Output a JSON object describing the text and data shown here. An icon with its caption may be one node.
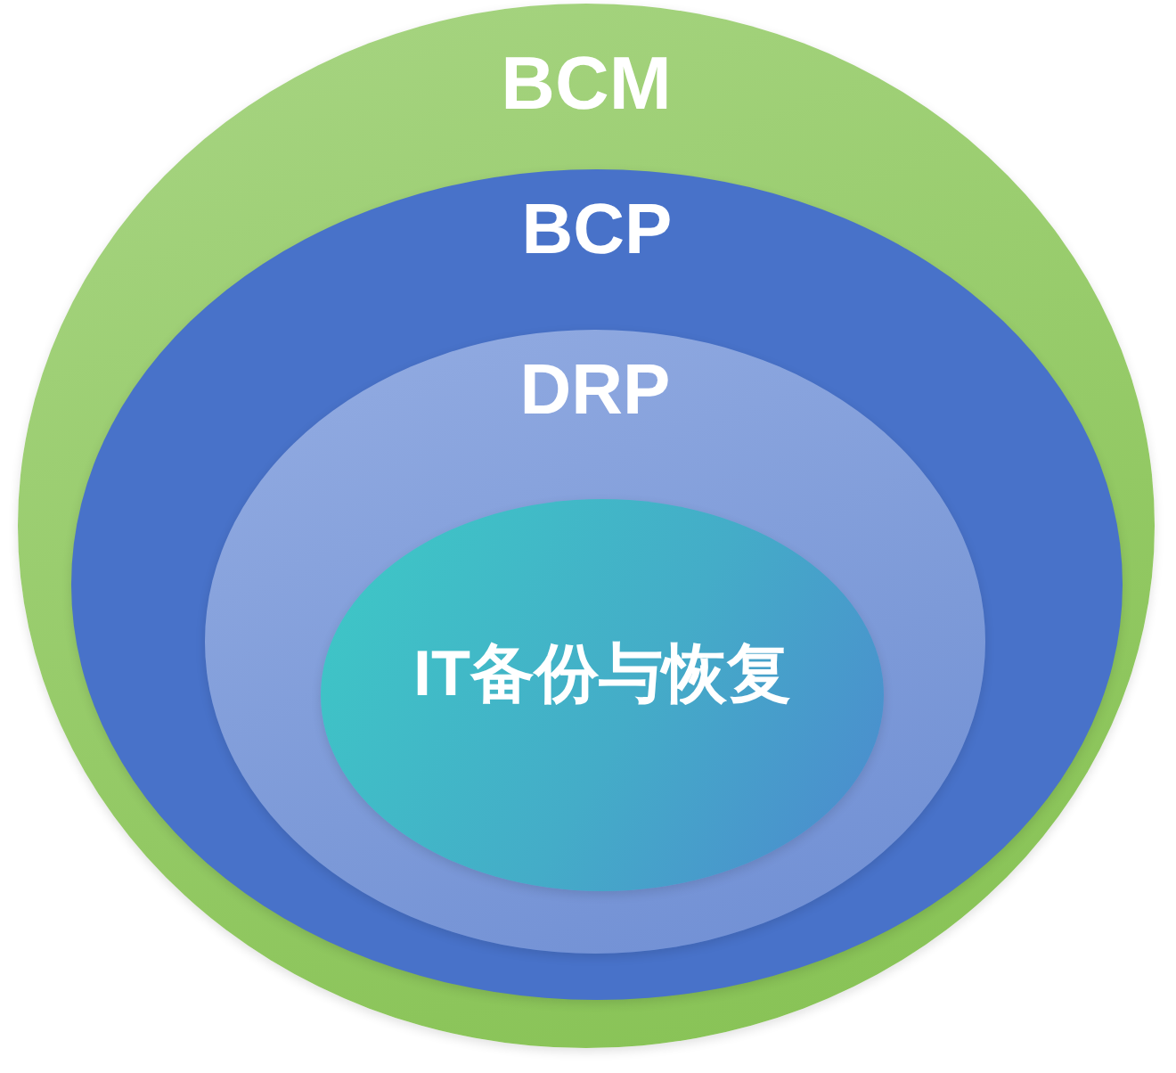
{
  "diagram": {
    "nodes": [
      {
        "text": [
          "BCM"
        ]
      },
      {
        "text": [
          "BCP"
        ],
        "in": 0
      },
      {
        "text": [
          "DRP"
        ],
        "in": 1
      },
      {
        "text": [
          "IT备份与恢复"
        ],
        "in": 2
      }
    ]
  }
}
